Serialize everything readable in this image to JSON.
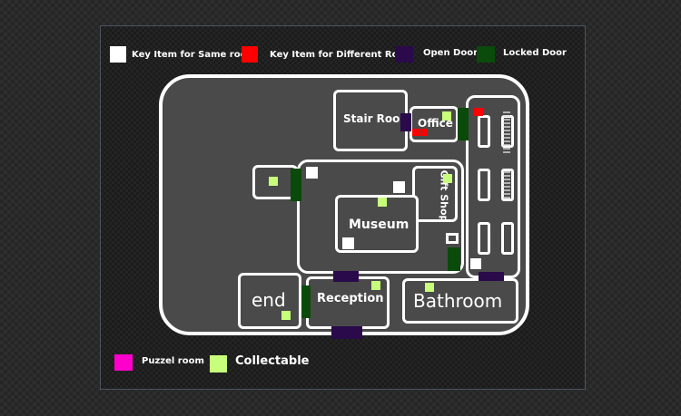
{
  "legend": {
    "same_room_key": "Key Item for Same room",
    "different_room_key": "Key Item for Different Room",
    "open_door": "Open Door",
    "locked_door": "Locked Door",
    "puzzle_room": "Puzzel room",
    "collectable": "Collectable"
  },
  "rooms": {
    "stair_room": "Stair Room",
    "office": "Office",
    "gift_shop": "Gift Shop",
    "museum": "Museum",
    "end": "end",
    "reception": "Reception",
    "bathroom": "Bathroom"
  },
  "colors": {
    "same_room_key": "#ffffff",
    "different_room_key": "#ff0000",
    "open_door": "#2a0a4a",
    "locked_door": "#0a4a0a",
    "puzzle_room": "#ff00cc",
    "collectable": "#c8ff7a",
    "floor": "#4a4a4a",
    "wall": "#ffffff"
  }
}
